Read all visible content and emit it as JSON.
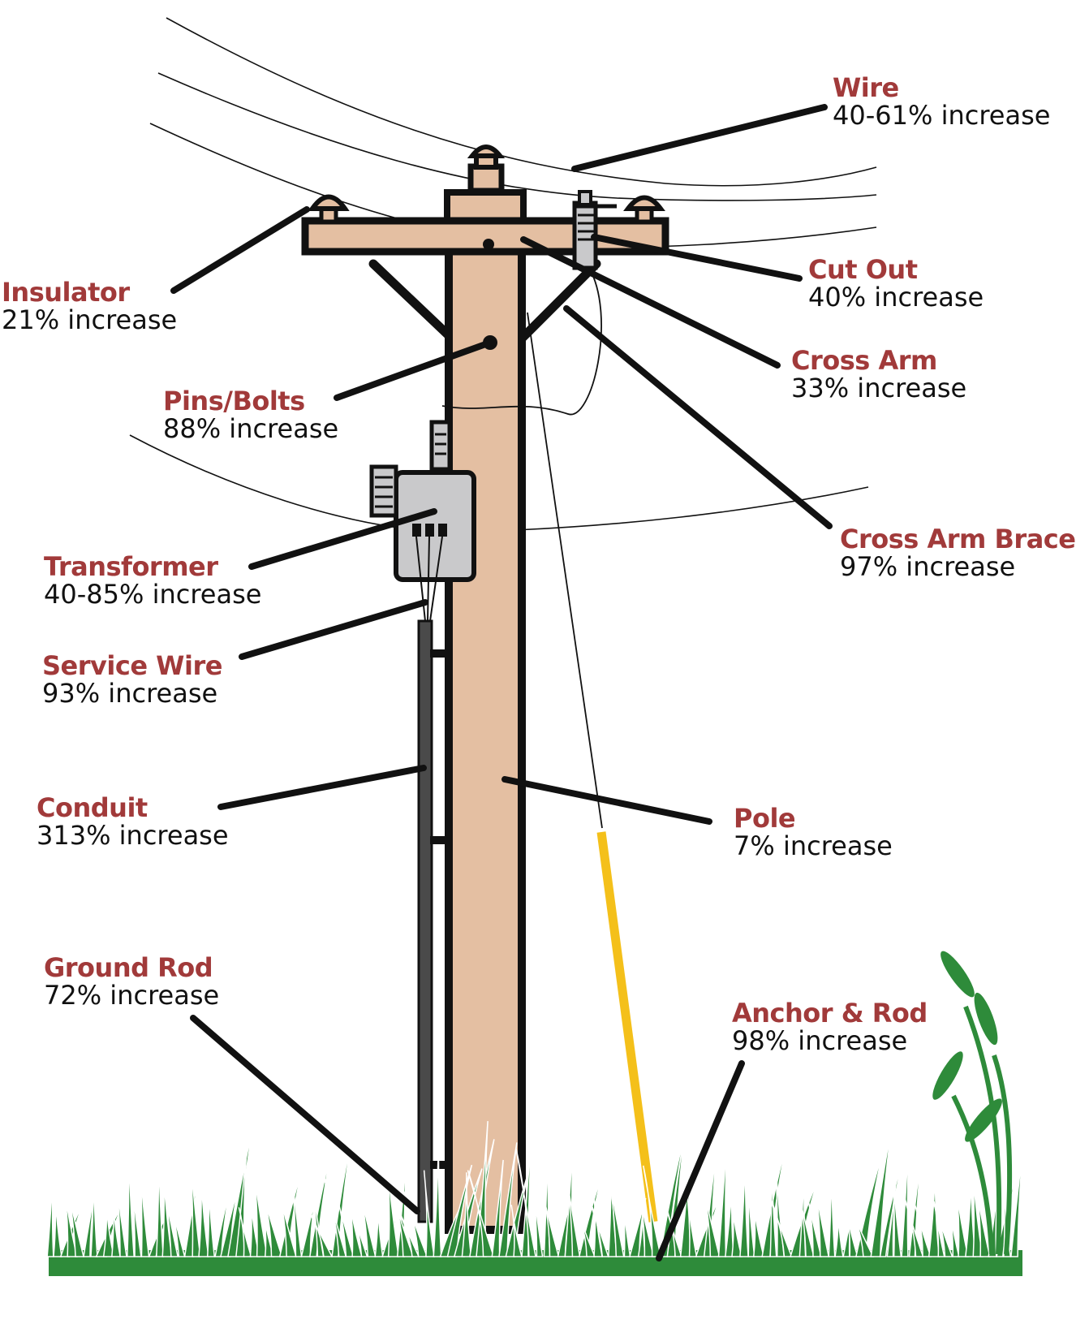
{
  "colors": {
    "label_name": "#a13a3a",
    "label_value": "#111111",
    "pole_wood": "#e4bfa2",
    "outline": "#111111",
    "transformer_body": "#c9c9cb",
    "conduit": "#4a4a4a",
    "anchor_rod": "#f4c01a",
    "grass": "#2e8b3a"
  },
  "components": [
    {
      "id": "wire",
      "name": "Wire",
      "value": "40-61% increase"
    },
    {
      "id": "insulator",
      "name": "Insulator",
      "value": "21% increase"
    },
    {
      "id": "cut-out",
      "name": "Cut Out",
      "value": "40% increase"
    },
    {
      "id": "cross-arm",
      "name": "Cross Arm",
      "value": "33% increase"
    },
    {
      "id": "pins-bolts",
      "name": "Pins/Bolts",
      "value": "88% increase"
    },
    {
      "id": "cross-arm-brace",
      "name": "Cross Arm Brace",
      "value": "97% increase"
    },
    {
      "id": "transformer",
      "name": "Transformer",
      "value": "40-85% increase"
    },
    {
      "id": "service-wire",
      "name": "Service Wire",
      "value": "93% increase"
    },
    {
      "id": "conduit",
      "name": "Conduit",
      "value": "313% increase"
    },
    {
      "id": "pole",
      "name": "Pole",
      "value": "7% increase"
    },
    {
      "id": "ground-rod",
      "name": "Ground Rod",
      "value": "72% increase"
    },
    {
      "id": "anchor-rod",
      "name": "Anchor & Rod",
      "value": "98% increase"
    }
  ]
}
